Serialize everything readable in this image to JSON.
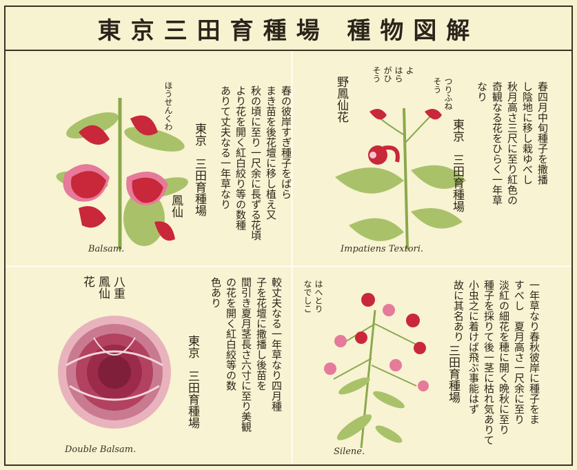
{
  "title": "東京三田育種場 種物図解",
  "panels": {
    "balsam": {
      "body": "春の彼岸すぎ種子をばら\nまき苗を後花壇に移し植え又\n秋の頃に至り一尺余に長ずる花頃\nより花を開く紅白絞り等の数種\nありて丈夫なる一年草なり",
      "seller": "東京　三田育種場",
      "kana": "ほうせんくわ",
      "kanji": "鳳仙",
      "latin": "Balsam."
    },
    "impatiens": {
      "body": "春四月中旬種子を撒播\nし陰地に移し栽ゆべし\n秋月高さ三尺に至り紅色の\n奇観なる花をひらく一年草\nなり",
      "seller": "東京　三田育種場",
      "kana1": "つりふね\nそう",
      "kana2": "よ\nはら\nがひ\nそう",
      "kanji": "野鳳仙花",
      "latin": "Impatiens Textori."
    },
    "double_balsam": {
      "body": "較丈夫なる一年草なり四月種\n子を花壇に撒播し後苗を\n間引き夏月茎長さ六寸に至り美観\nの花を開く紅白絞等の数\n色あり",
      "seller": "東京　三田育種場",
      "kanji": "八重\n鳳仙\n花",
      "latin": "Double Balsam."
    },
    "silene": {
      "body": "一年草なり春秋彼岸に種子をま\nすべし　夏月高さ一尺余に至り\n淡紅の細花を穂に開く晩秋に至り\n種子を採りて後一茎に枯れ気ありて\n小虫之に着けば飛ぶ事能はず\n故に其名あり",
      "seller": "三田育種場",
      "kana": "はへとり\nなでしこ",
      "latin": "Silene."
    }
  },
  "colors": {
    "paper": "#f7f2cf",
    "ink": "#2b2418",
    "petal_red": "#c8283a",
    "petal_pink": "#e67a9a",
    "leaf_green": "#a9c26a",
    "stem_green": "#8aa84c"
  }
}
